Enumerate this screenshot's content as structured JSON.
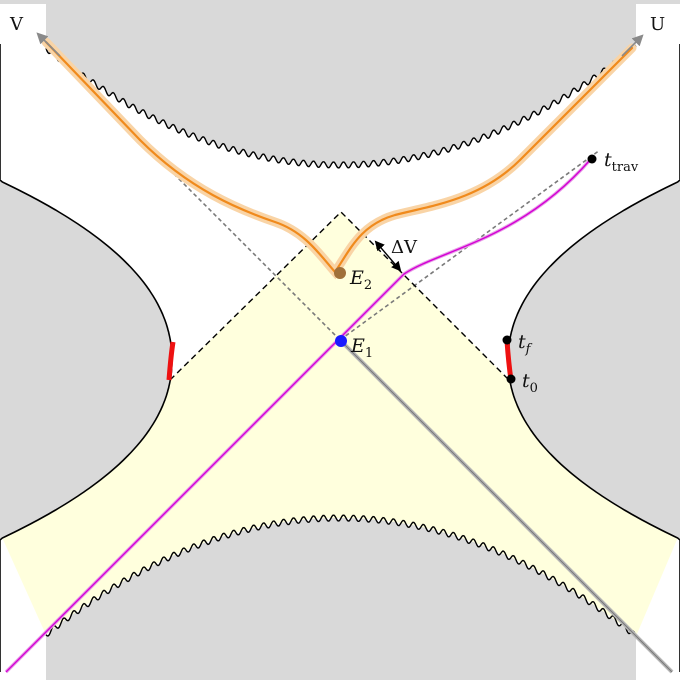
{
  "labels": {
    "v_axis": "V",
    "u_axis": "U",
    "t_trav_main": "t",
    "t_trav_sub": "trav",
    "t_f_main": "t",
    "t_f_sub": "f",
    "t_0_main": "t",
    "t_0_sub": "0",
    "e1_main": "E",
    "e1_sub": "1",
    "e2_main": "E",
    "e2_sub": "2",
    "delta_v": "ΔV"
  },
  "colors": {
    "background": "#ffffff",
    "region_gray": "#d9d9d9",
    "region_yellow": "#ffffdd",
    "boundary": "#000000",
    "horizon_dashed": "#7a7a7a",
    "orange_path": "#f39b2b",
    "orange_glow": "#f7c98d",
    "magenta_ray": "#d400d4",
    "gray_ray": "#a8a8a8",
    "red_segment": "#ee1111",
    "e1_dot": "#1a1aff",
    "e2_dot": "#a0703a",
    "arrow_gray": "#8a8a8a"
  }
}
